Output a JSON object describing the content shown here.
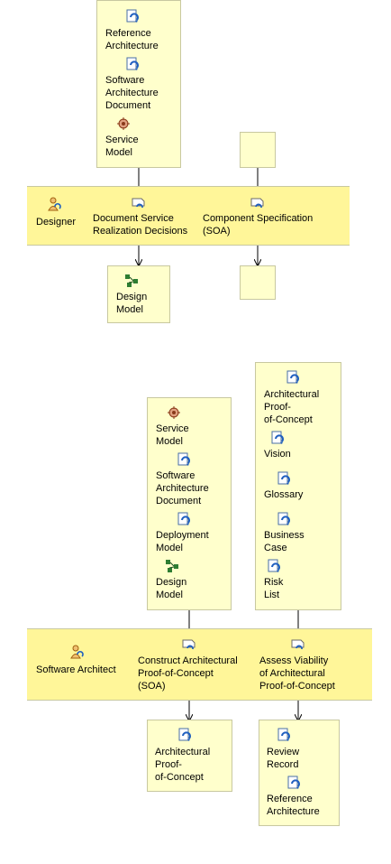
{
  "diagram1": {
    "inputs": [
      {
        "label": "Reference\nArchitecture",
        "icon": "artifact-document-icon"
      },
      {
        "label": "Software\nArchitecture\nDocument",
        "icon": "artifact-document-icon"
      },
      {
        "label": "Service\nModel",
        "icon": "model-icon"
      }
    ],
    "role": {
      "label": "Designer",
      "icon": "role-person-icon"
    },
    "tasks": [
      {
        "label": "Document Service\nRealization Decisions",
        "icon": "task-icon"
      },
      {
        "label": "Component Specification\n(SOA)",
        "icon": "task-icon"
      }
    ],
    "outputs": [
      {
        "label": "Design\nModel",
        "icon": "design-model-icon"
      }
    ]
  },
  "diagram2": {
    "inputs_left": [
      {
        "label": "Service\nModel",
        "icon": "model-icon"
      },
      {
        "label": "Software\nArchitecture\nDocument",
        "icon": "artifact-document-icon"
      },
      {
        "label": "Deployment\nModel",
        "icon": "artifact-document-icon"
      },
      {
        "label": "Design\nModel",
        "icon": "design-model-icon"
      }
    ],
    "inputs_right": [
      {
        "label": "Architectural\nProof-\nof-Concept",
        "icon": "artifact-document-icon"
      },
      {
        "label": "Vision",
        "icon": "artifact-document-icon"
      },
      {
        "label": "Glossary",
        "icon": "artifact-document-icon"
      },
      {
        "label": "Business\nCase",
        "icon": "artifact-document-icon"
      },
      {
        "label": "Risk\nList",
        "icon": "artifact-document-icon"
      }
    ],
    "role": {
      "label": "Software Architect",
      "icon": "role-person-icon"
    },
    "tasks": [
      {
        "label": "Construct Architectural\nProof-of-Concept\n(SOA)",
        "icon": "task-icon"
      },
      {
        "label": "Assess Viability\nof Architectural\nProof-of-Concept",
        "icon": "task-icon"
      }
    ],
    "outputs_left": [
      {
        "label": "Architectural\nProof-\nof-Concept",
        "icon": "artifact-document-icon"
      }
    ],
    "outputs_right": [
      {
        "label": "Review\nRecord",
        "icon": "artifact-document-icon"
      },
      {
        "label": "Reference\nArchitecture",
        "icon": "artifact-document-icon"
      }
    ]
  }
}
